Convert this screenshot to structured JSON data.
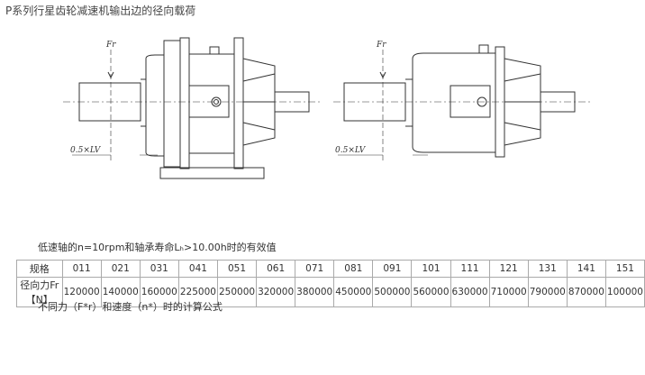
{
  "title": "P系列行星齿轮减速机输出边的径向载荷",
  "figure": {
    "force_label": "Fr",
    "distance_label": "0.5×LV"
  },
  "subtitle": "低速轴的n=10rpm和轴承寿命Lₕ>10.00h时的有效值",
  "table": {
    "header_label": "规格",
    "row_label": "径向力Fr【N】",
    "specs": [
      "011",
      "021",
      "031",
      "041",
      "051",
      "061",
      "071",
      "081",
      "091",
      "101",
      "111",
      "121",
      "131",
      "141",
      "151"
    ],
    "values": [
      "120000",
      "140000",
      "160000",
      "225000",
      "250000",
      "320000",
      "380000",
      "450000",
      "500000",
      "560000",
      "630000",
      "710000",
      "790000",
      "870000",
      "100000"
    ]
  },
  "note": "不同力（F*r）和速度（n*）时的计算公式"
}
